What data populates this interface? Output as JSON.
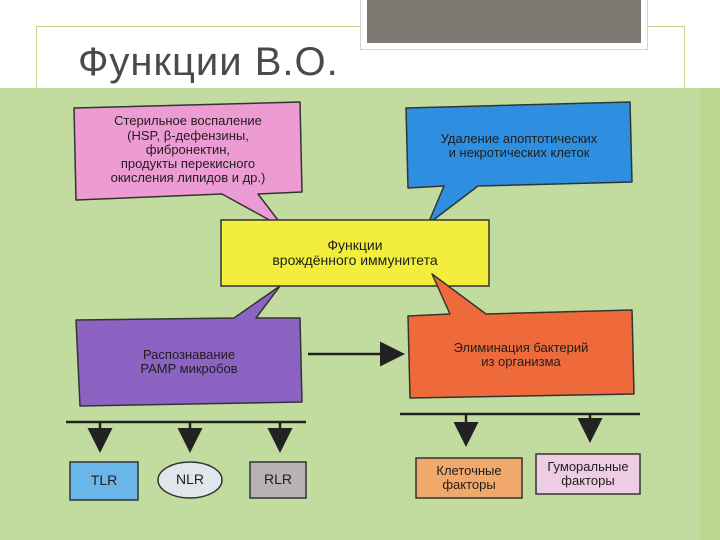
{
  "slide": {
    "title": "Функции В.О."
  },
  "diagram": {
    "center": {
      "label": "Функции\nврождённого иммунитета",
      "color": "#f3ee3c"
    },
    "sterile": {
      "label": "Стерильное воспаление\n(HSP, β-дефензины,\nфибронектин,\nпродукты перекисного\nокисления липидов и др.)",
      "color": "#ed9bd3"
    },
    "apoptotic": {
      "label": "Удаление апоптотических\nи некротических клеток",
      "color": "#2e8fe0"
    },
    "recognition": {
      "label": "Распознавание\nPAMP микробов",
      "color": "#8c63c2"
    },
    "elimination": {
      "label": "Элиминация бактерий\nиз организма",
      "color": "#ef6a3a"
    },
    "receptors": [
      {
        "label": "TLR",
        "color": "#6ab6e9"
      },
      {
        "label": "NLR",
        "color": "#e0e6ea"
      },
      {
        "label": "RLR",
        "color": "#b8b2b2"
      }
    ],
    "factors": [
      {
        "label": "Клеточные\nфакторы",
        "color": "#f0a96a"
      },
      {
        "label": "Гуморальные\nфакторы",
        "color": "#eecde4"
      }
    ]
  }
}
